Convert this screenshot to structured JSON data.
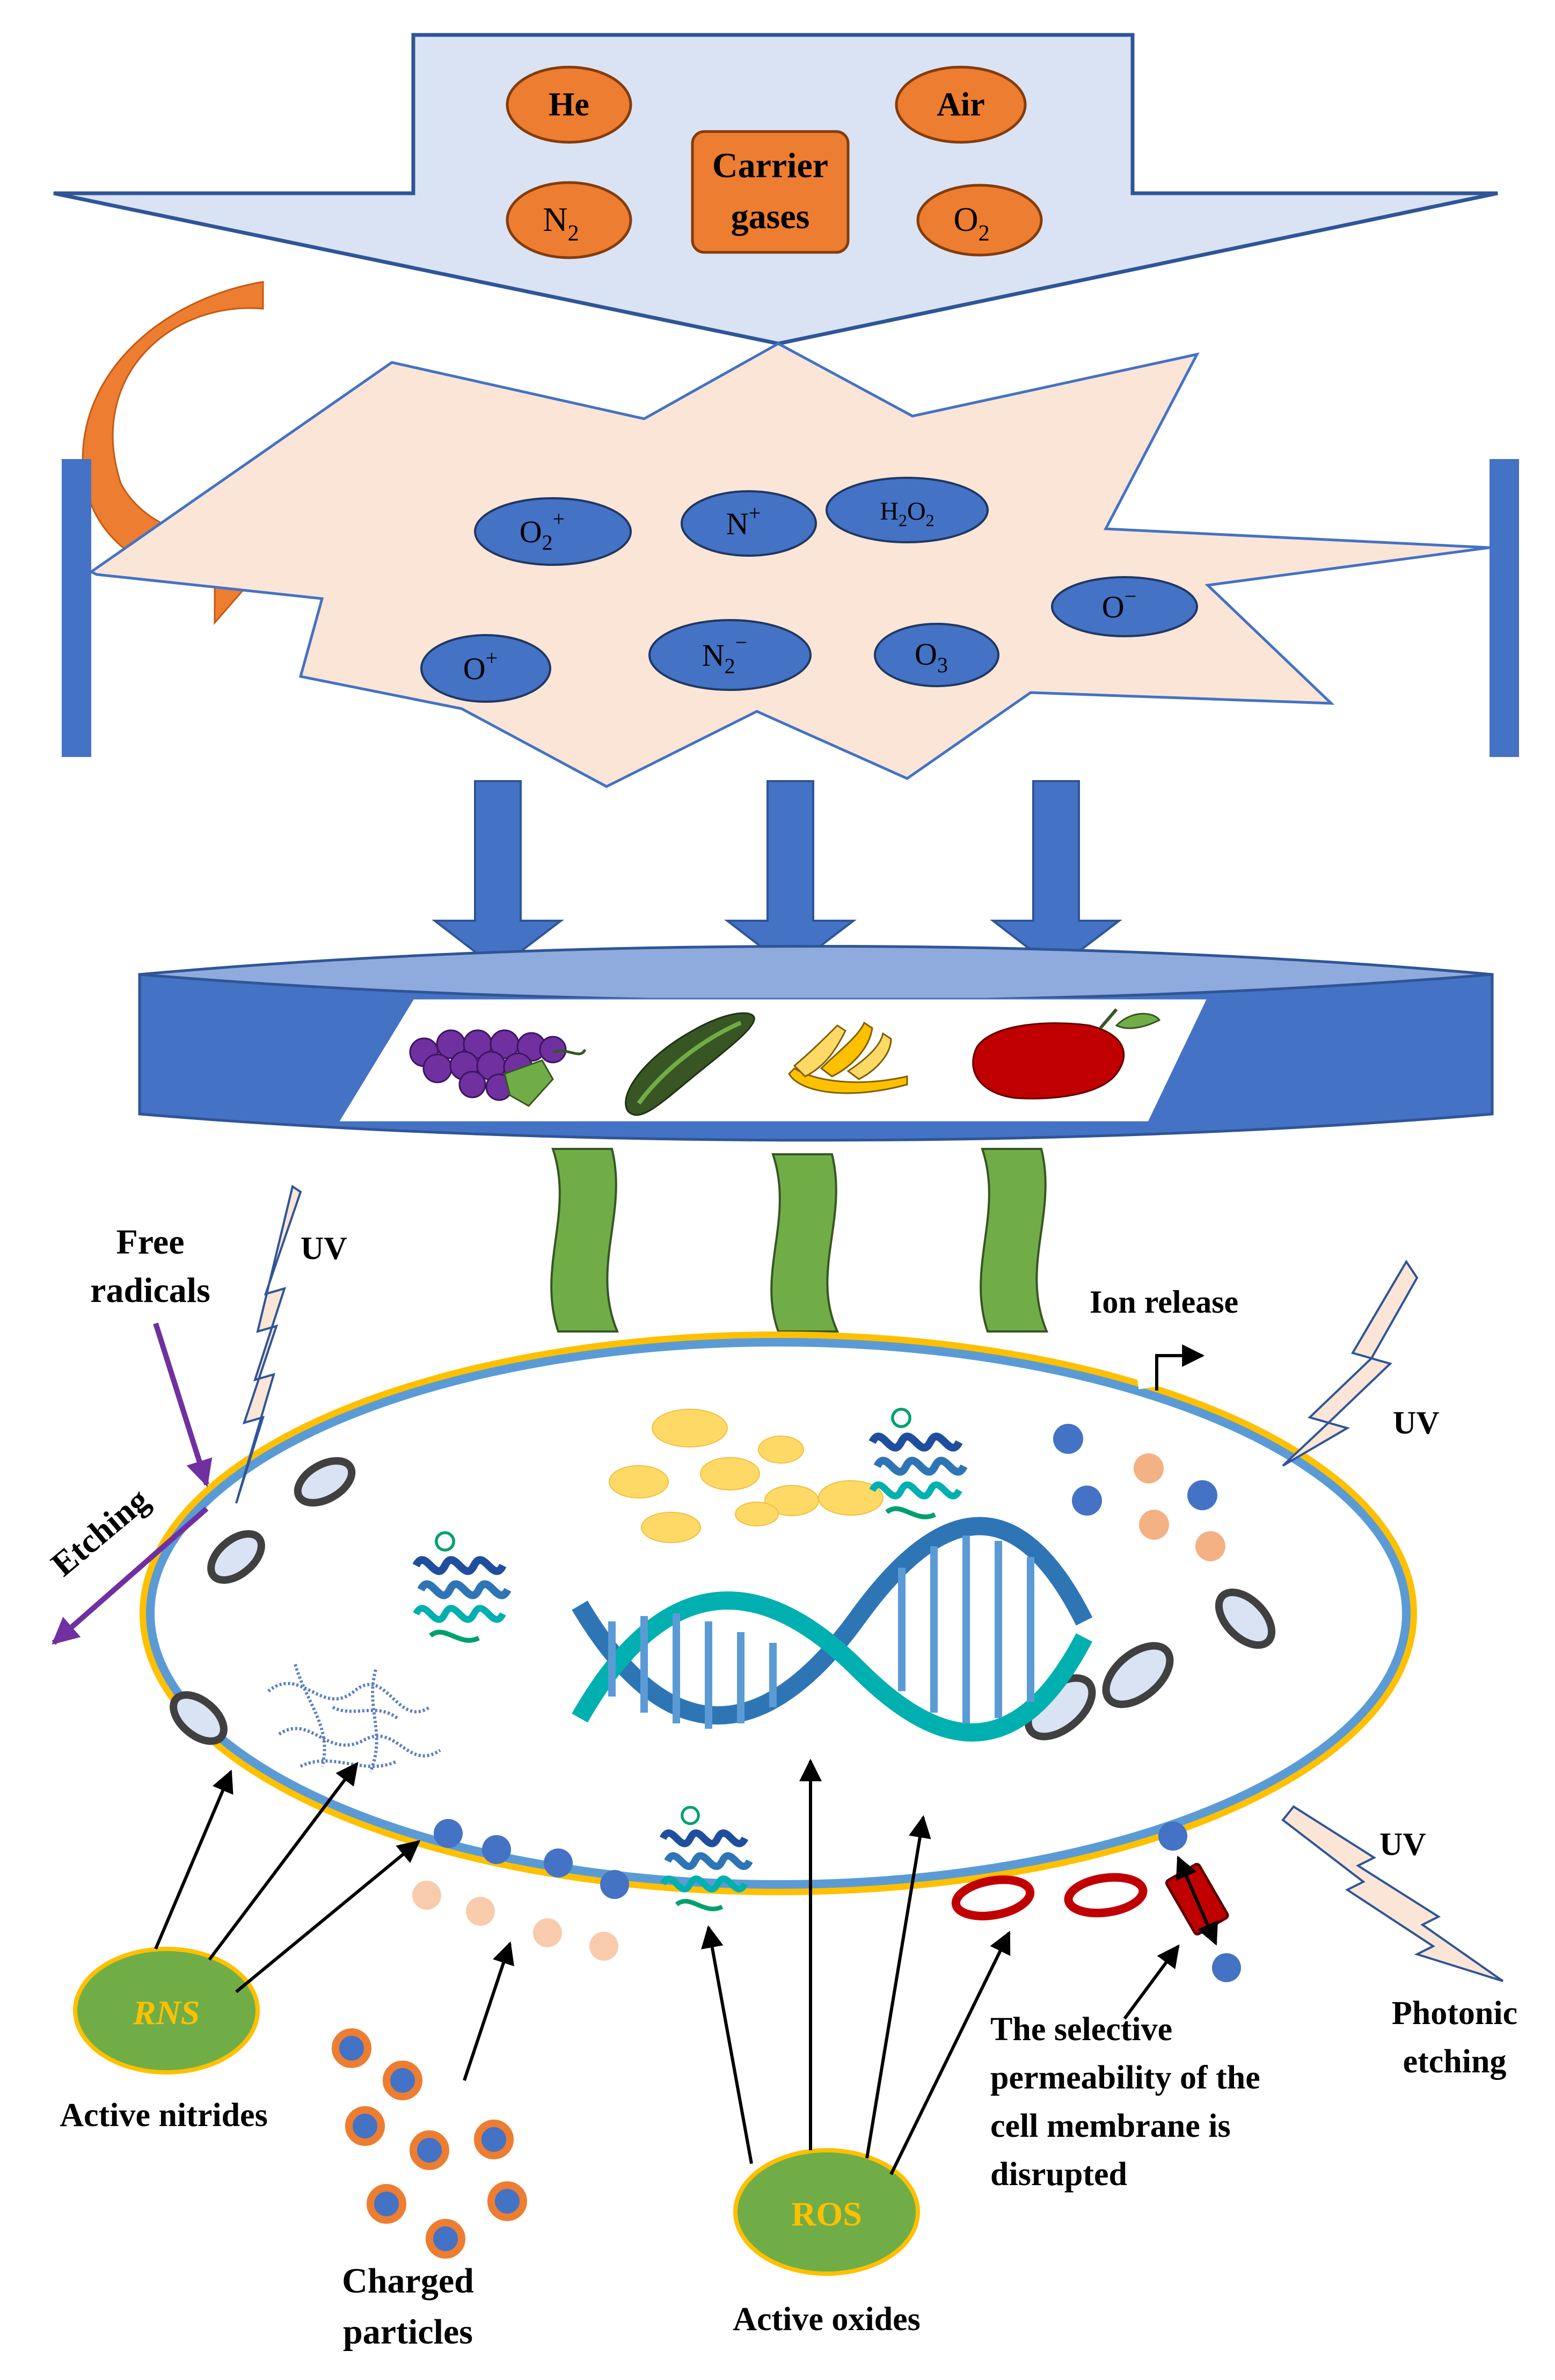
{
  "carrier": {
    "center_label_line1": "Carrier",
    "center_label_line2": "gases",
    "gases": [
      "He",
      "Air",
      "N",
      "O"
    ],
    "gas_subscripts": [
      "",
      "",
      "2",
      "2"
    ]
  },
  "plasma_species": [
    {
      "base": "O",
      "sub": "2",
      "sup": "+"
    },
    {
      "base": "N",
      "sub": "",
      "sup": "+"
    },
    {
      "base": "H",
      "sub": "2",
      "sup": "",
      "base2": "O",
      "sub2": "2"
    },
    {
      "base": "O",
      "sub": "",
      "sup": "−"
    },
    {
      "base": "O",
      "sub": "",
      "sup": "+"
    },
    {
      "base": "N",
      "sub": "2",
      "sup": "−"
    },
    {
      "base": "O",
      "sub": "3",
      "sup": ""
    }
  ],
  "labels": {
    "free_radicals_line1": "Free",
    "free_radicals_line2": "radicals",
    "uv": "UV",
    "etching": "Etching",
    "ion_release": "Ion release",
    "photonic_etching_line1": "Photonic",
    "photonic_etching_line2": "etching",
    "rns": "RNS",
    "ros": "ROS",
    "active_nitrides": "Active nitrides",
    "charged_particles_line1": "Charged",
    "charged_particles_line2": "particles",
    "active_oxides": "Active oxides",
    "membrane_line1": "The selective",
    "membrane_line2": "permeability of the",
    "membrane_line3": "cell membrane is",
    "membrane_line4": "disrupted"
  },
  "colors": {
    "blue": "#4472c4",
    "orange": "#ed7d31",
    "plasma": "#fbe5d6",
    "green": "#70ad47",
    "gold": "#ffc000",
    "light_blue_bg": "#dae3f3",
    "purple": "#7030a0",
    "red": "#c00000"
  },
  "icons": [
    "grapes-icon",
    "cucumber-icon",
    "bananas-icon",
    "apple-icon",
    "protein-icon",
    "dna-icon"
  ]
}
